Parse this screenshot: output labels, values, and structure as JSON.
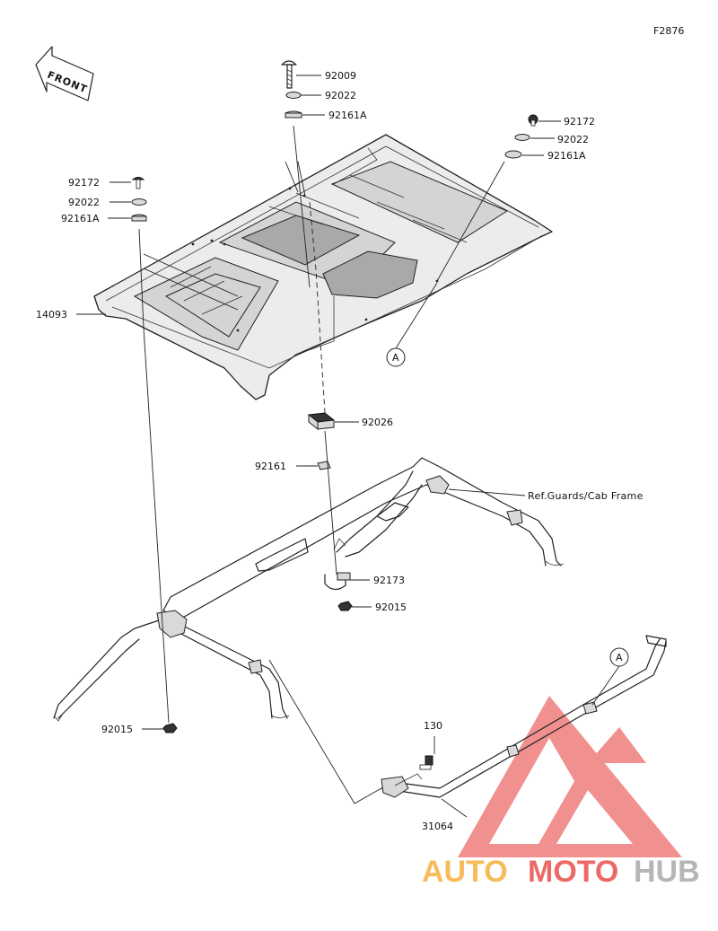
{
  "diagram_id": "F2876",
  "front_label": "FRONT",
  "reference_label": "Ref.Guards/Cab Frame",
  "callout_letter": "A",
  "watermark": {
    "word_part1": "AUTO",
    "word_part2": "MOTO",
    "word_part3": "HUB",
    "color_orange": "#f5a623",
    "color_red": "#e53935",
    "color_gray": "#9e9e9e"
  },
  "parts": [
    {
      "id": "p1",
      "number": "92009"
    },
    {
      "id": "p2",
      "number": "92022"
    },
    {
      "id": "p3",
      "number": "92161A"
    },
    {
      "id": "p4",
      "number": "92172"
    },
    {
      "id": "p5",
      "number": "92022"
    },
    {
      "id": "p6",
      "number": "92161A"
    },
    {
      "id": "p7",
      "number": "92172"
    },
    {
      "id": "p8",
      "number": "92022"
    },
    {
      "id": "p9",
      "number": "92161A"
    },
    {
      "id": "p10",
      "number": "14093"
    },
    {
      "id": "p11",
      "number": "92026"
    },
    {
      "id": "p12",
      "number": "92161"
    },
    {
      "id": "p13",
      "number": "92173"
    },
    {
      "id": "p14",
      "number": "92015"
    },
    {
      "id": "p15",
      "number": "92015"
    },
    {
      "id": "p16",
      "number": "130"
    },
    {
      "id": "p17",
      "number": "31064"
    }
  ]
}
